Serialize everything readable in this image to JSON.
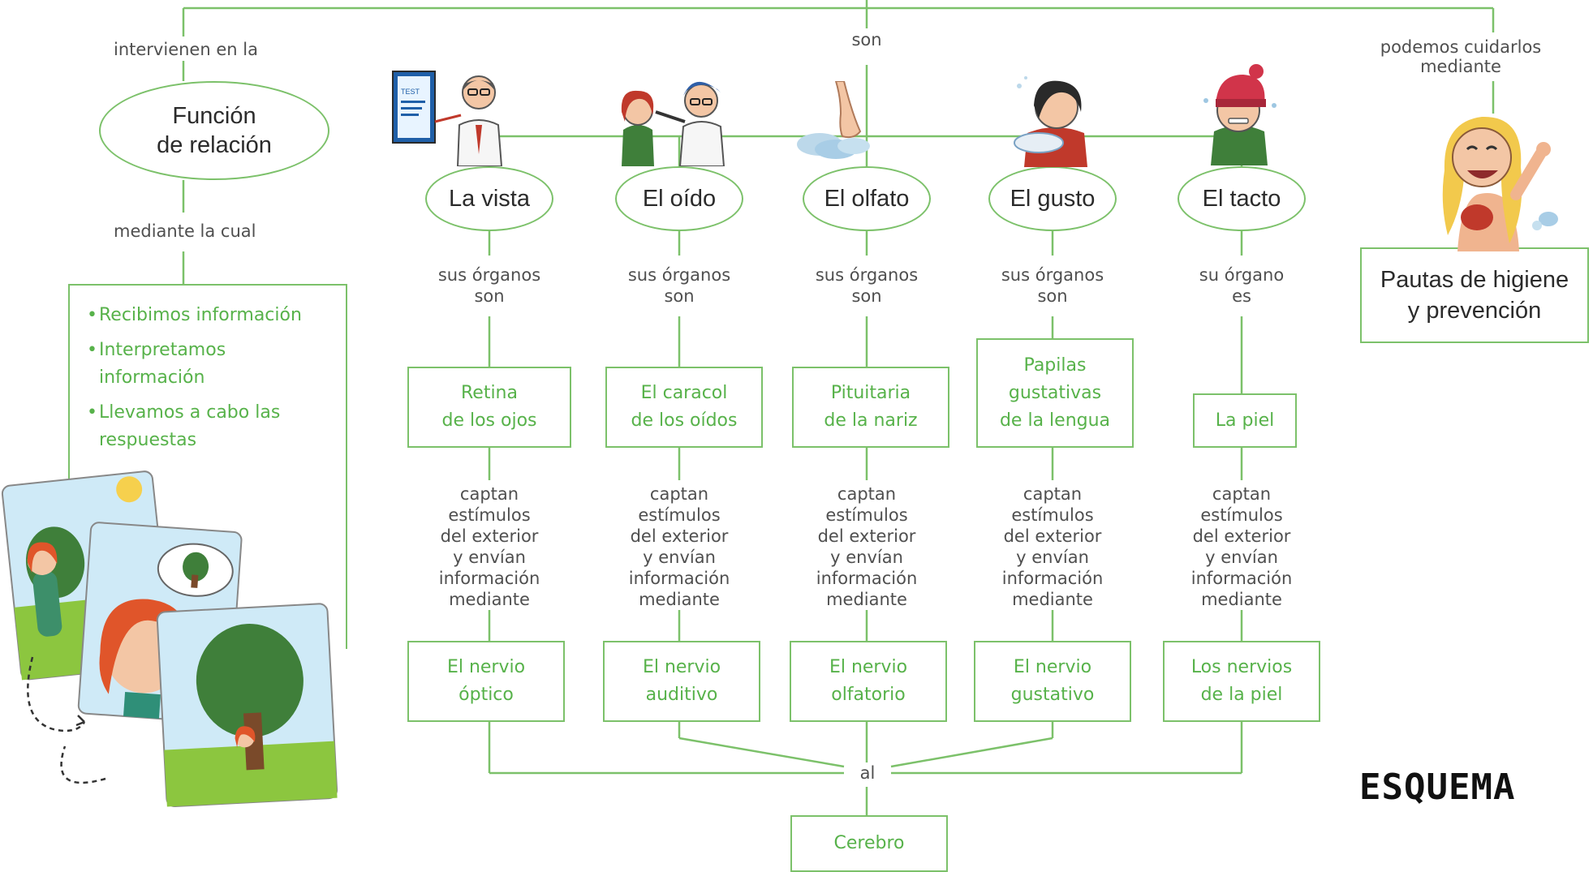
{
  "connectors": {
    "top_left": "intervienen en la",
    "top_center": "son",
    "top_right": "podemos cuidarlos\nmediante",
    "left_middle": "mediante la cual",
    "bottom_center": "al"
  },
  "funcion": "Función\nde relación",
  "funcion_items": [
    "Recibimos información",
    "Interpretamos\ninformación",
    "Llevamos a cabo las\nrespuestas"
  ],
  "higiene": "Pautas de higiene\ny prevención",
  "senses": [
    {
      "name": "La vista",
      "organ_intro": "sus órganos\nson",
      "organ": "Retina\nde los ojos",
      "nerve": "El nervio\nóptico"
    },
    {
      "name": "El oído",
      "organ_intro": "sus órganos\nson",
      "organ": "El caracol\nde los oídos",
      "nerve": "El nervio\nauditivo"
    },
    {
      "name": "El olfato",
      "organ_intro": "sus órganos\nson",
      "organ": "Pituitaria\nde la nariz",
      "nerve": "El nervio\nolfatorio"
    },
    {
      "name": "El gusto",
      "organ_intro": "sus órganos\nson",
      "organ": "Papilas\ngustativas\nde la lengua",
      "nerve": "El nervio\ngustativo"
    },
    {
      "name": "El tacto",
      "organ_intro": "su órgano\nes",
      "organ": "La piel",
      "nerve": "Los nervios\nde la piel"
    }
  ],
  "capture_text": "captan\nestímulos\ndel exterior\ny envían\ninformación\nmediante",
  "brain": "Cerebro",
  "stamp": "ESQUEMA",
  "chart_label": "TEST",
  "colors": {
    "line": "#7cc16a",
    "box_text": "#57b24a",
    "connector_text": "#4f4f4f",
    "dark_text": "#2b2b2b"
  }
}
